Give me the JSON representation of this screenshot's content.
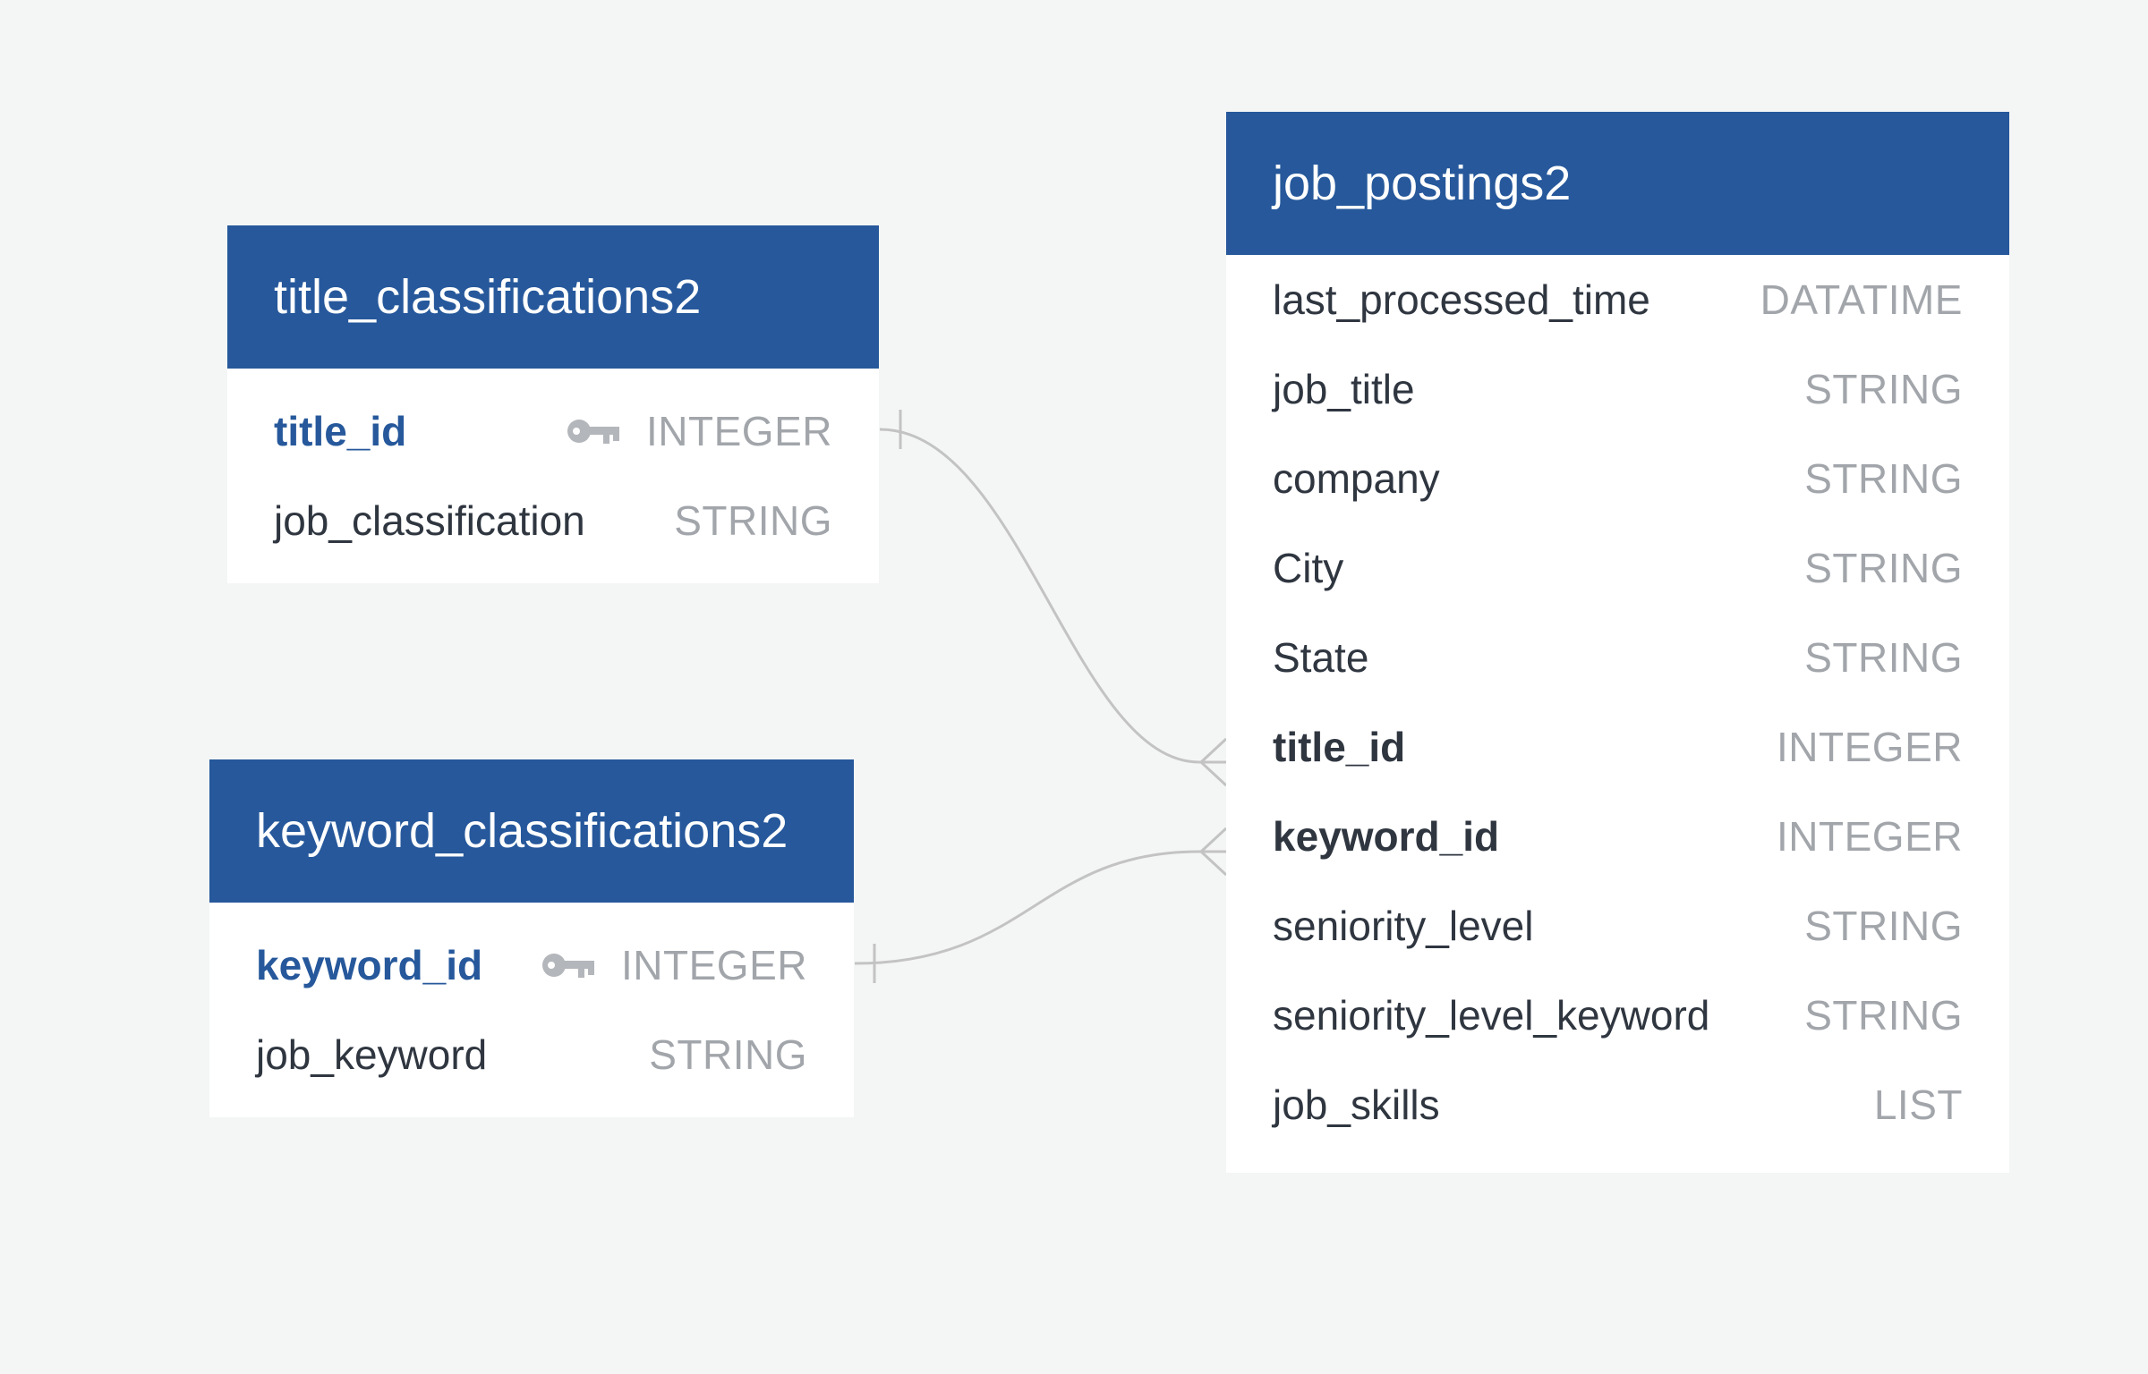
{
  "colors": {
    "background": "#f4f6f5",
    "header": "#26589b",
    "primary_key_text": "#26589b",
    "type_text": "#a2a6ab",
    "connector": "#c3c3c3"
  },
  "tables": {
    "title_classifications": {
      "name": "title_classifications2",
      "columns": [
        {
          "name": "title_id",
          "type": "INTEGER",
          "key": "primary"
        },
        {
          "name": "job_classification",
          "type": "STRING"
        }
      ]
    },
    "keyword_classifications": {
      "name": "keyword_classifications2",
      "columns": [
        {
          "name": "keyword_id",
          "type": "INTEGER",
          "key": "primary"
        },
        {
          "name": "job_keyword",
          "type": "STRING"
        }
      ]
    },
    "job_postings": {
      "name": "job_postings2",
      "columns": [
        {
          "name": "last_processed_time",
          "type": "DATATIME"
        },
        {
          "name": "job_title",
          "type": "STRING"
        },
        {
          "name": "company",
          "type": "STRING"
        },
        {
          "name": "City",
          "type": "STRING"
        },
        {
          "name": "State",
          "type": "STRING"
        },
        {
          "name": "title_id",
          "type": "INTEGER",
          "key": "foreign"
        },
        {
          "name": "keyword_id",
          "type": "INTEGER",
          "key": "foreign"
        },
        {
          "name": "seniority_level",
          "type": "STRING"
        },
        {
          "name": "seniority_level_keyword",
          "type": "STRING"
        },
        {
          "name": "job_skills",
          "type": "LIST"
        }
      ]
    }
  },
  "relationships": [
    {
      "from": "title_classifications2.title_id",
      "to": "job_postings2.title_id",
      "cardinality": "one-to-many"
    },
    {
      "from": "keyword_classifications2.keyword_id",
      "to": "job_postings2.keyword_id",
      "cardinality": "one-to-many"
    }
  ],
  "icons": {
    "primary_key": "key-icon"
  }
}
